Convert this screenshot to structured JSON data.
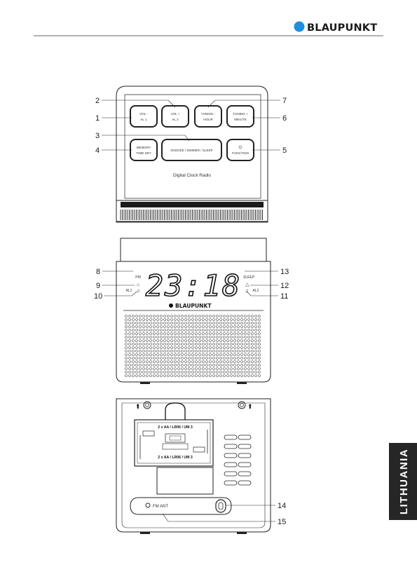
{
  "header": {
    "brand": "BLAUPUNKT",
    "brand_color": "#1e8fe0"
  },
  "side_tab": {
    "label": "LITHUANIA",
    "background": "#262626"
  },
  "front_view": {
    "buttons": {
      "vol_minus_line1": "VOL -",
      "vol_minus_line2": "AL 1",
      "vol_plus_line1": "VOL +",
      "vol_plus_line2": "AL 2",
      "tuning_minus_line1": "TUNING -",
      "tuning_minus_line2": "HOUR",
      "tuning_plus_line1": "TUNING +",
      "tuning_plus_line2": "MINUTE",
      "memory_line1": "MEMORY",
      "memory_line2": "TIME SET",
      "snooze": "SNOOZE / DIMMER / SLEEP",
      "function_icon": "⏻",
      "function_label": "FUNCTION"
    },
    "tagline": "Digital Clock Radio",
    "callouts": [
      "1",
      "2",
      "3",
      "4",
      "5",
      "6",
      "7"
    ]
  },
  "display_view": {
    "time": "23:18",
    "pm": "PM",
    "al1": "AL1",
    "al2": "AL2",
    "sleep": "SLEEP",
    "brand": "BLAUPUNKT",
    "callouts": [
      "8",
      "9",
      "10",
      "11",
      "12",
      "13"
    ]
  },
  "back_view": {
    "battery_label_top": "2 x AA / LR06 / UM 3",
    "battery_label_bottom": "2 x AA / LR06 / UM 3",
    "fm_ant": "FM ANT",
    "callouts": [
      "14",
      "15"
    ]
  }
}
